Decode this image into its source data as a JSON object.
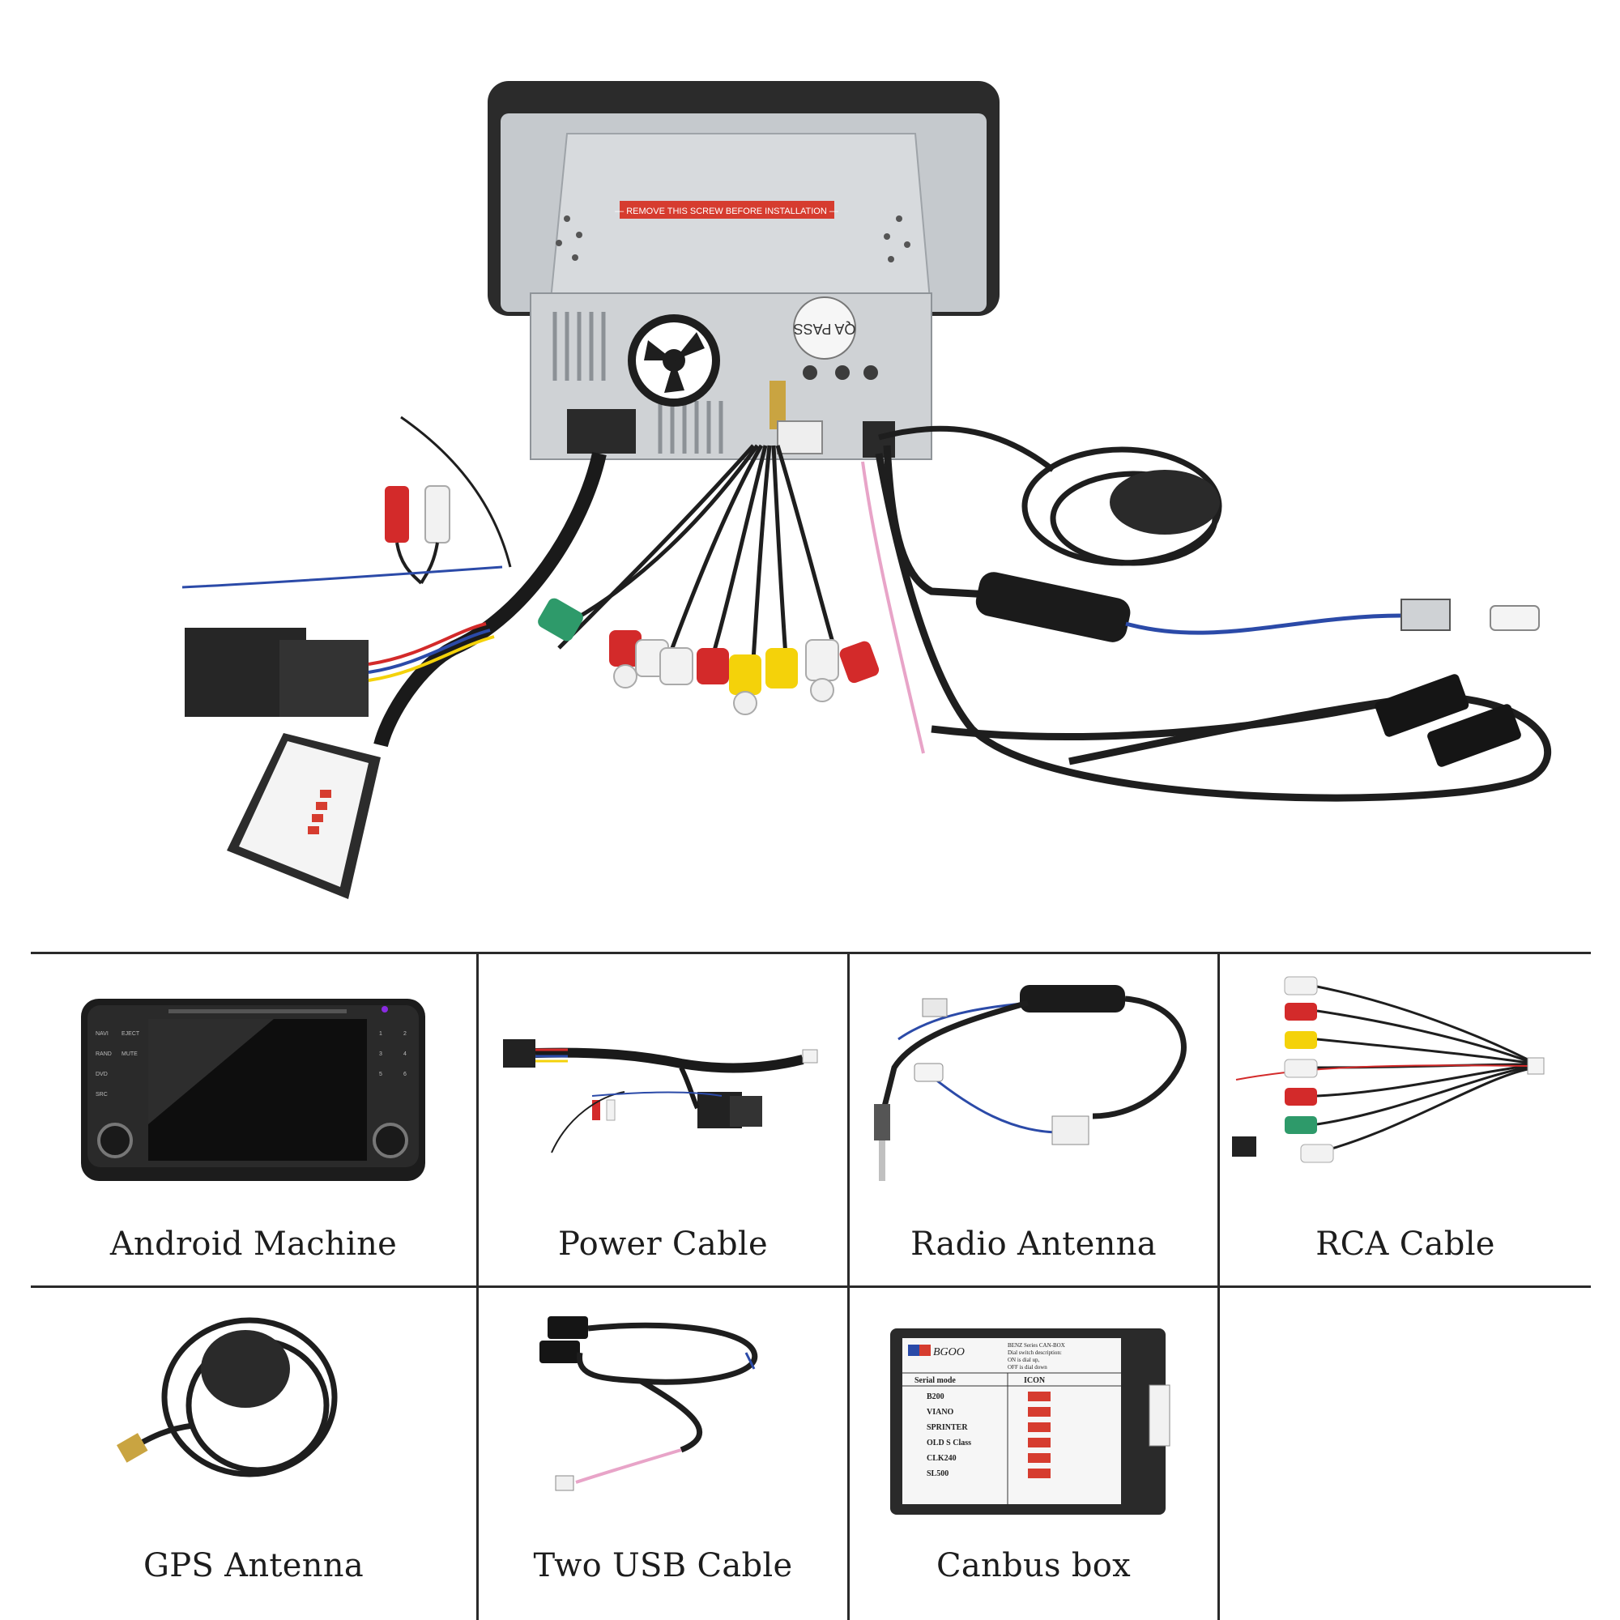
{
  "hero": {
    "warning_label": "— REMOVE THIS SCREW BEFORE INSTALLATION —",
    "qa_label": "QA PASS"
  },
  "items": [
    {
      "label": "Android Machine",
      "icon": "head-unit-icon"
    },
    {
      "label": "Power Cable",
      "icon": "power-harness-icon"
    },
    {
      "label": "Radio Antenna",
      "icon": "radio-antenna-adapter-icon"
    },
    {
      "label": "RCA Cable",
      "icon": "rca-cable-icon"
    },
    {
      "label": "GPS Antenna",
      "icon": "gps-antenna-icon"
    },
    {
      "label": "Two USB Cable",
      "icon": "usb-cable-icon"
    },
    {
      "label": "Canbus box",
      "icon": "canbus-box-icon"
    }
  ],
  "head_unit": {
    "left_buttons": [
      "NAVI",
      "RAND",
      "DVD",
      "SRC"
    ],
    "left_buttons_2": [
      "EJECT",
      "MUTE",
      "",
      ""
    ],
    "right_buttons": [
      "1",
      "3",
      "5",
      ""
    ],
    "right_buttons_2": [
      "2",
      "4",
      "6",
      ""
    ]
  },
  "canbus": {
    "brand": "BGOO",
    "desc_line1": "BENZ Series CAN-BOX",
    "desc_line2": "Dial switch description:",
    "desc_line3": "ON  is dial up,",
    "desc_line4": "OFF is dial down",
    "col_mode": "Serial mode",
    "col_icon": "ICON",
    "modes": [
      "B200",
      "VIANO",
      "SPRINTER",
      "OLD S Class",
      "CLK240",
      "SL500"
    ]
  },
  "colors": {
    "grid_line": "#2a2a2a",
    "cable_black": "#1e1e1e",
    "rca_red": "#d32a2a",
    "rca_white": "#f2f2f2",
    "rca_yellow": "#f4d20a",
    "rca_green": "#2e9a6a",
    "label_red": "#d63c2f",
    "chassis_gray": "#c9ccd0"
  }
}
